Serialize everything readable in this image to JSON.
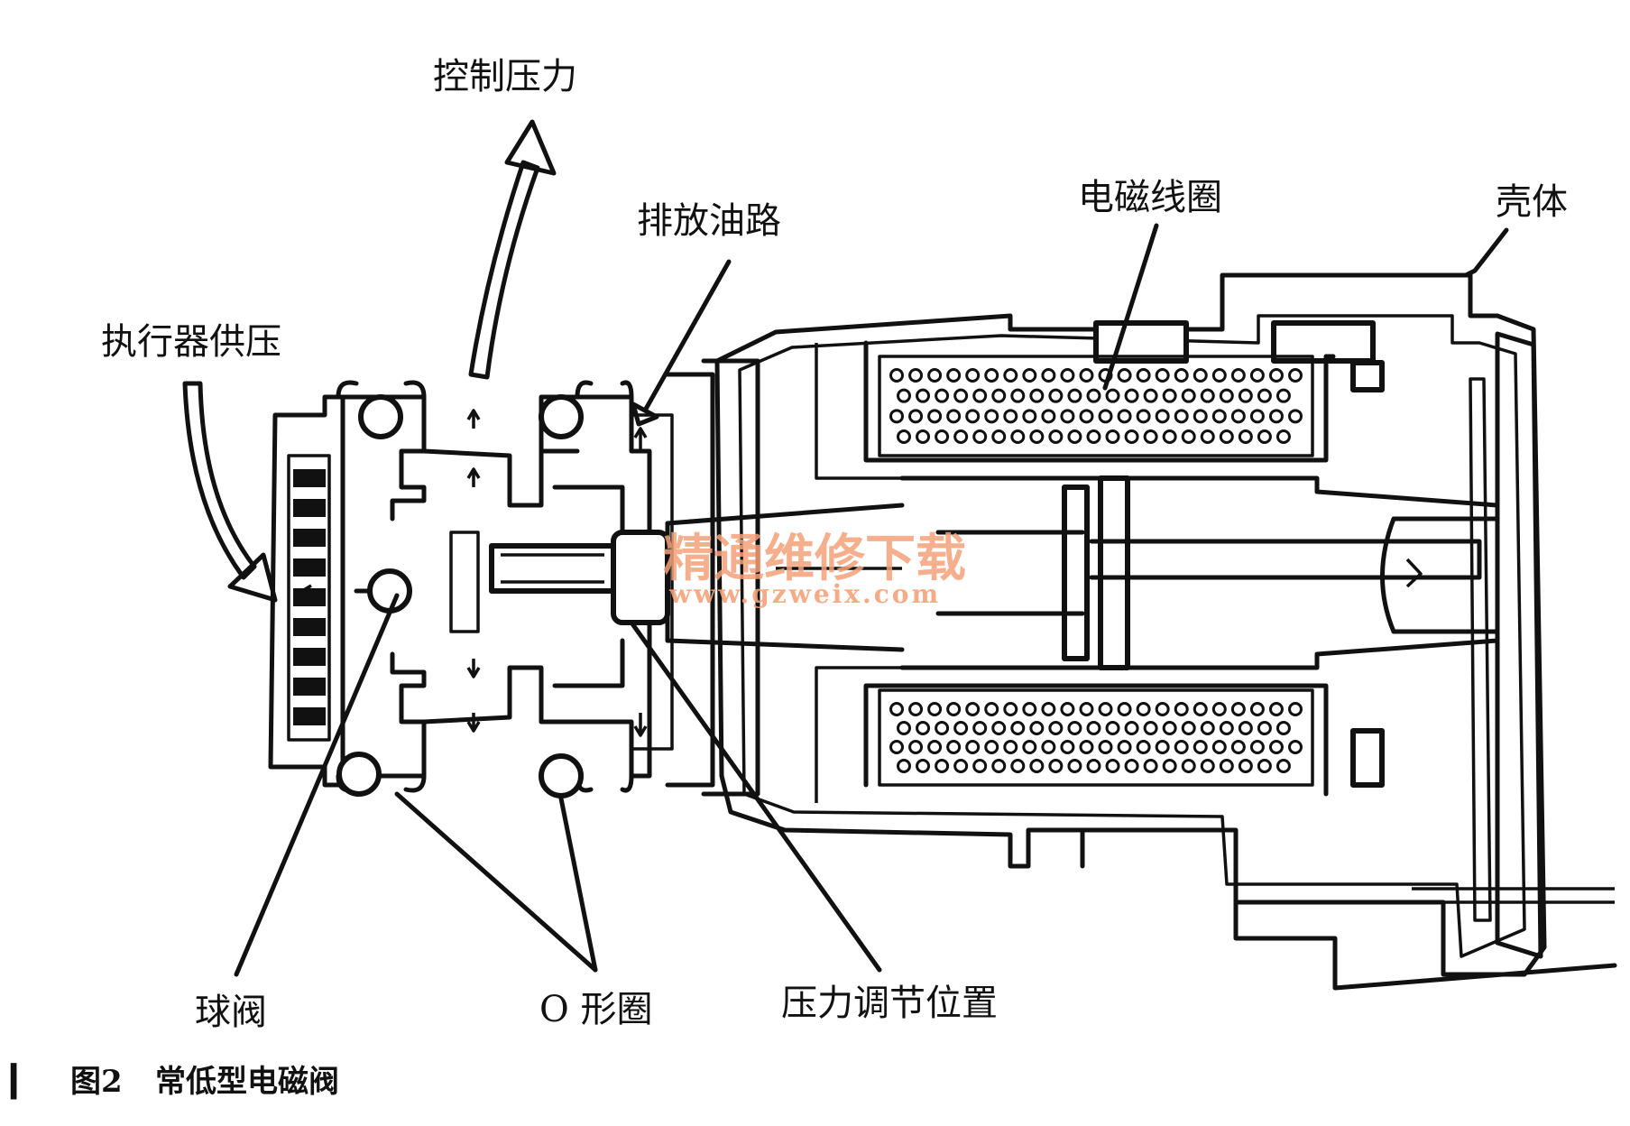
{
  "labels": {
    "control_pressure": "控制压力",
    "actuator_supply": "执行器供压",
    "drain_passage": "排放油路",
    "solenoid_coil": "电磁线圈",
    "housing": "壳体",
    "ball_valve": "球阀",
    "o_ring": "O 形圈",
    "pressure_adjust": "压力调节位置"
  },
  "caption": {
    "marker": "▎",
    "figure_no": "图2",
    "title": "常低型电磁阀"
  },
  "watermark": {
    "line1": "精通维修下载",
    "line2": "www.gzweix.com"
  }
}
